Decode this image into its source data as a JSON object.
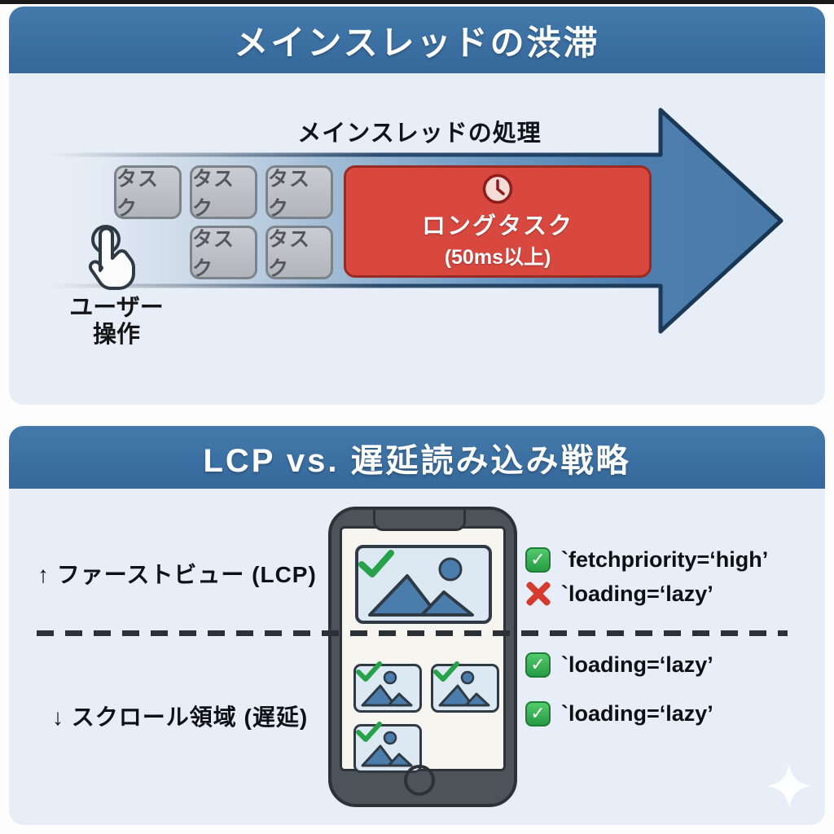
{
  "colors": {
    "header_blue": "#3a71a3",
    "panel_bg": "#e7eef7",
    "arrow_blue": "#4d7eae",
    "arrow_outline": "#1e3f63",
    "task_gray": "#bfc3c7",
    "long_task_red": "#d8483f",
    "check_green": "#27a24b",
    "cross_red": "#d63a2e",
    "phone_frame": "#4d5359",
    "dash_dark": "#2b3136",
    "image_placeholder_blue": "#dce8f2"
  },
  "panel_main_thread": {
    "title": "メインスレッドの渋滞",
    "arrow_label": "メインスレッドの処理",
    "tasks": [
      "タスク",
      "タスク",
      "タスク",
      "タスク",
      "タスク"
    ],
    "long_task": {
      "title": "ロングタスク",
      "subtitle": "(50ms以上)"
    },
    "user_action": {
      "line1": "ユーザー",
      "line2": "操作"
    }
  },
  "panel_lcp": {
    "title": "LCP vs. 遅延読み込み戦略",
    "above_fold_label": "↑ ファーストビュー (LCP)",
    "below_fold_label": "↓ スクロール領域 (遅延)",
    "annotations": [
      {
        "icon": "check",
        "code": "`fetchpriority=‘high’"
      },
      {
        "icon": "cross",
        "code": "`loading=‘lazy’"
      },
      {
        "icon": "check",
        "code": "`loading=‘lazy’"
      },
      {
        "icon": "check",
        "code": "`loading=‘lazy’"
      }
    ]
  }
}
